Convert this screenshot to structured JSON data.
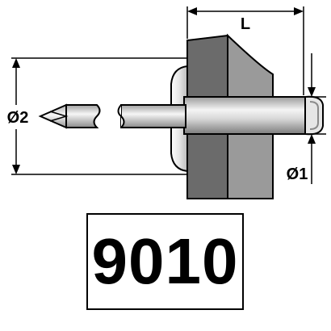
{
  "dimensions": {
    "length": "L",
    "head_diameter": "Ø2",
    "shank_diameter": "Ø1"
  },
  "product_code": "9010",
  "colors": {
    "plate_dark": "#6b6b6b",
    "plate_light": "#9a9a9a",
    "plate_inner": "#8a8a8a",
    "metal_light": "#f4f4f4",
    "metal_mid": "#c8c8c8",
    "metal_dark": "#8c8c8c",
    "line": "#000000"
  }
}
